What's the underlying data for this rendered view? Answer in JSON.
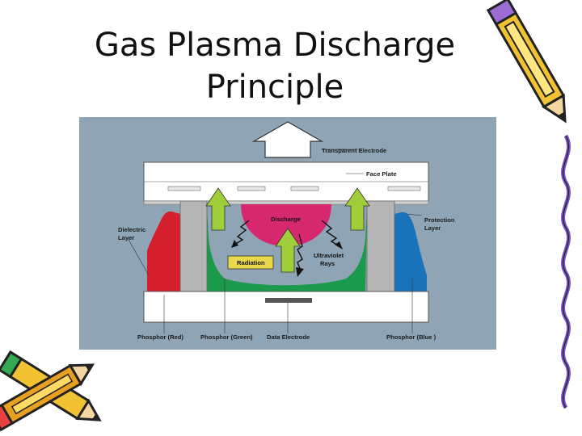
{
  "title": {
    "line1": "Gas Plasma Discharge",
    "line2": "Principle"
  },
  "diagram": {
    "labels": {
      "transparent_electrode": "Transparent Electrode",
      "face_plate": "Face Plate",
      "dielectric_layer_1": "Dielectric",
      "dielectric_layer_2": "Layer",
      "protection_layer_1": "Protection",
      "protection_layer_2": "Layer",
      "discharge": "Discharge",
      "radiation": "Radiation",
      "ultraviolet_1": "Ultraviolet",
      "ultraviolet_2": "Rays",
      "phosphor_red": "Phosphor (Red)",
      "phosphor_green": "Phosphor (Green)",
      "data_electrode": "Data Electrode",
      "phosphor_blue": "Phosphor (Blue )"
    },
    "colors": {
      "background": "#8fa5b5",
      "red": "#d4202e",
      "green": "#1a9a4a",
      "blue": "#1a73b8",
      "magenta": "#d6286e",
      "lime": "#9fce3a",
      "yellow": "#e8d84a",
      "barrier": "#b5b5b5",
      "plate": "#ffffff"
    }
  },
  "decorations": {
    "icons": [
      "pencil-icon-top-right",
      "squiggle-line-icon",
      "crossed-pencils-icon"
    ]
  }
}
